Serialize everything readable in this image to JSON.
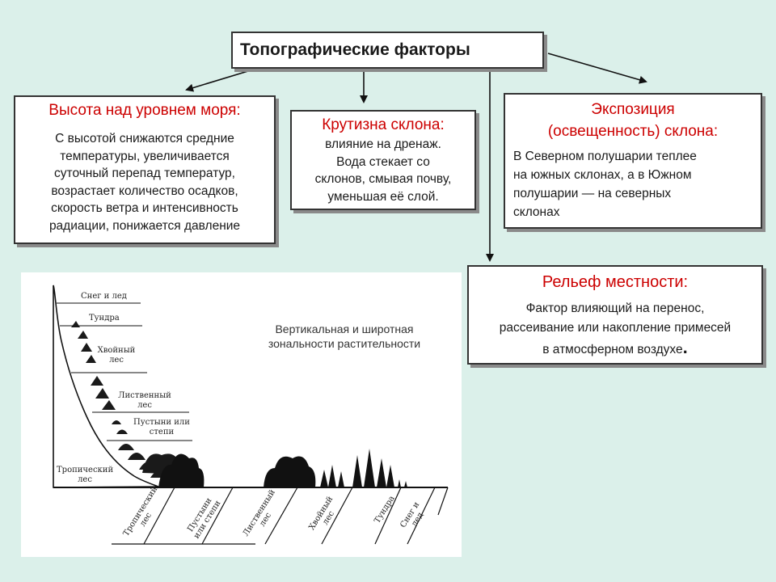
{
  "title": "Топографические факторы",
  "altitude": {
    "heading": "Высота над уровнем моря:",
    "lines": [
      "С высотой снижаются средние",
      "температуры, увеличивается",
      "суточный перепад температур,",
      "возрастает количество осадков,",
      "скорость ветра и интенсивность",
      "радиации, понижается давление"
    ]
  },
  "steepness": {
    "heading": "Крутизна склона:",
    "lines": [
      "влияние на дренаж.",
      "Вода стекает со",
      "склонов, смывая почву,",
      "уменьшая её слой."
    ]
  },
  "exposure": {
    "heading_line1": "Экспозиция",
    "heading_line2": "(освещенность) склона:",
    "lines": [
      "В Северном полушарии теплее",
      "на южных склонах, а в Южном",
      "полушарии — на северных",
      "склонах"
    ]
  },
  "relief": {
    "heading": "Рельеф местности:",
    "line1": "Фактор влияющий на перенос,",
    "line2": "рассеивание или накопление примесей",
    "line3": "в атмосферном воздухе",
    "end_mark": "."
  },
  "diagram": {
    "caption_line1": "Вертикальная и широтная",
    "caption_line2": "зональности растительности",
    "vertical_zones": [
      "Снег и лед",
      "Тундра",
      "Хвойный лес",
      "Лиственный лес",
      "Пустыни или степи",
      "Тропический лес"
    ],
    "latitudinal_zones": [
      "Тропический лес",
      "Пустыни или степи",
      "Лиственный лес",
      "Хвойный лес",
      "Тундра",
      "Снег и лед"
    ]
  },
  "colors": {
    "background": "#dbf0ea",
    "heading_red": "#cc0000",
    "box_border": "#333333"
  }
}
